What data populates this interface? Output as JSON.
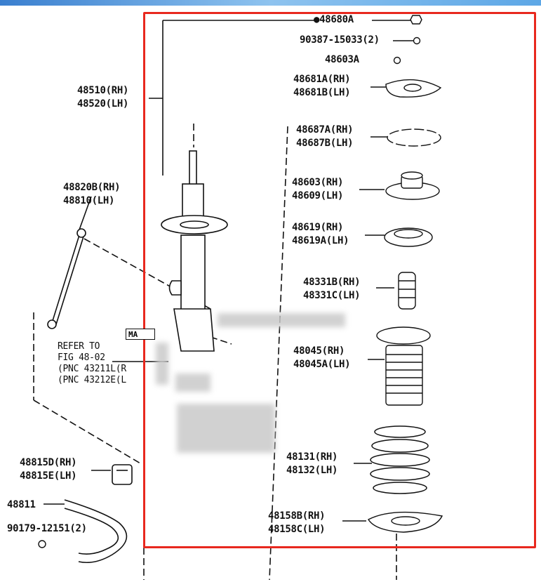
{
  "labels": {
    "p48680a": "●48680A",
    "p90387": "90387-15033(2)",
    "p48603a": "48603A",
    "p48681": [
      "48681A(RH)",
      "48681B(LH)"
    ],
    "p48687": [
      "48687A(RH)",
      "48687B(LH)"
    ],
    "p48603": [
      "48603(RH)",
      "48609(LH)"
    ],
    "p48619": [
      "48619(RH)",
      "48619A(LH)"
    ],
    "p48331": [
      "48331B(RH)",
      "48331C(LH)"
    ],
    "p48045": [
      "48045(RH)",
      "48045A(LH)"
    ],
    "p48131": [
      "48131(RH)",
      "48132(LH)"
    ],
    "p48158": [
      "48158B(RH)",
      "48158C(LH)"
    ],
    "p48510": [
      "48510(RH)",
      "48520(LH)"
    ],
    "p48820": [
      "48820B(RH)",
      "48810(LH)"
    ],
    "p48815": [
      "48815D(RH)",
      "48815E(LH)"
    ],
    "p48811": "48811",
    "p90179": "90179-12151(2)",
    "refer": [
      "REFER TO",
      "FIG 48-02",
      "(PNC 43211L(R",
      "(PNC 43212E(L"
    ],
    "mabox": "MA"
  },
  "colors": {
    "highlight_border": "#e8281e",
    "line": "#111111"
  }
}
